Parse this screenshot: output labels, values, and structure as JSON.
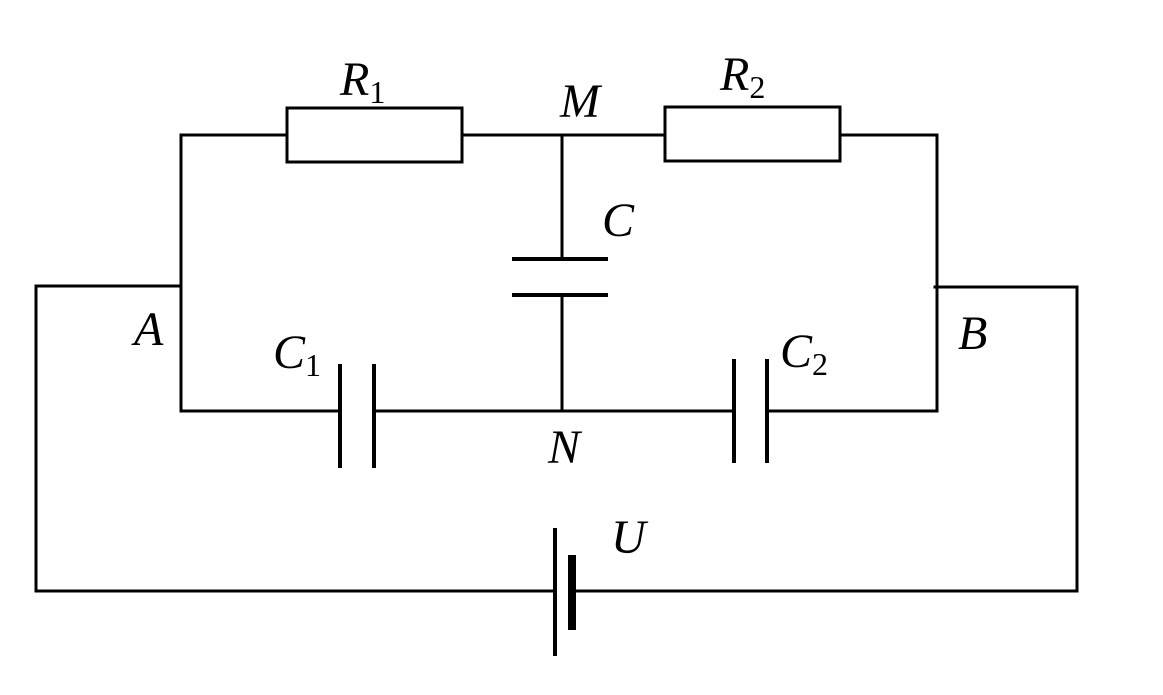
{
  "labels": {
    "r1": {
      "main": "R",
      "sub": "1"
    },
    "r2": {
      "main": "R",
      "sub": "2"
    },
    "c": {
      "main": "C"
    },
    "c1": {
      "main": "C",
      "sub": "1"
    },
    "c2": {
      "main": "C",
      "sub": "2"
    },
    "m": "M",
    "n": "N",
    "a": "A",
    "b": "B",
    "u": "U"
  }
}
